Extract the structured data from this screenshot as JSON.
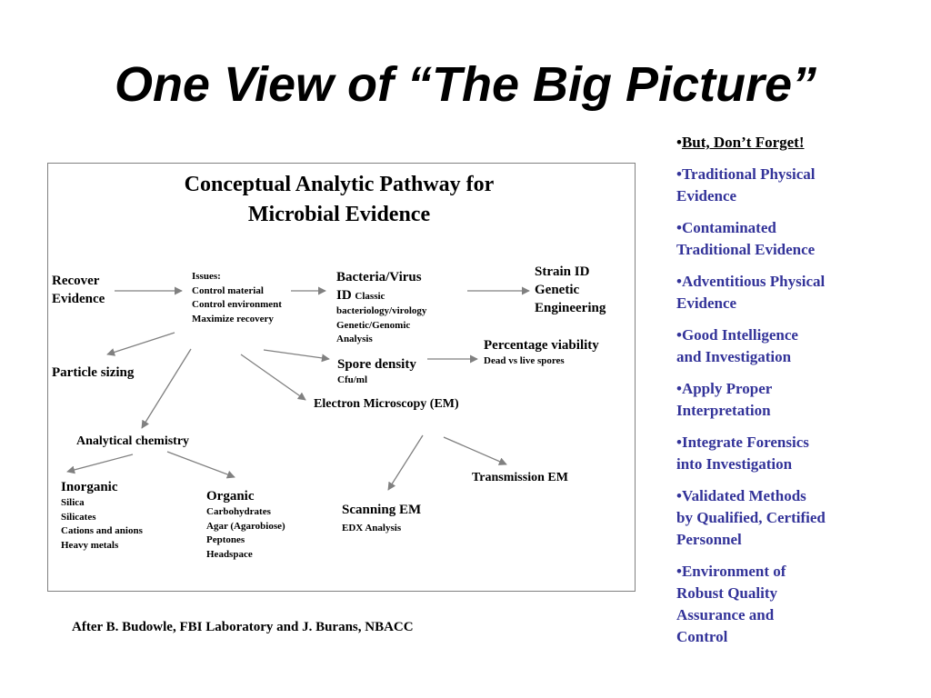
{
  "title": "One View of “The Big Picture”",
  "diagram": {
    "title_lines": [
      "Conceptual Analytic Pathway for",
      "Microbial Evidence"
    ],
    "recover": [
      "Recover",
      "Evidence"
    ],
    "issues": [
      "Issues:",
      "Control material",
      "Control environment",
      "Maximize recovery"
    ],
    "bacteria": {
      "line1": "Bacteria/Virus",
      "line2_main": "ID",
      "line2_small": "Classic",
      "small_lines": [
        "bacteriology/virology",
        "Genetic/Genomic",
        "Analysis"
      ]
    },
    "strain": [
      "Strain ID",
      "Genetic",
      "Engineering"
    ],
    "percentage": {
      "main": "Percentage viability",
      "sub": "Dead vs live spores"
    },
    "spore": {
      "main": "Spore density",
      "sub": "Cfu/ml"
    },
    "particle": "Particle sizing",
    "em": "Electron Microscopy (EM)",
    "analytical": "Analytical chemistry",
    "transmission": "Transmission EM",
    "inorganic": {
      "main": "Inorganic",
      "items": [
        "Silica",
        "Silicates",
        "Cations and anions",
        "Heavy metals"
      ]
    },
    "organic": {
      "main": "Organic",
      "items": [
        "Carbohydrates",
        "Agar (Agarobiose)",
        "Peptones",
        "Headspace"
      ]
    },
    "scanning": {
      "main": "Scanning EM",
      "sub": "EDX Analysis"
    }
  },
  "sidebar": {
    "bullet": "•",
    "heading": "But, Don’t Forget!",
    "items": [
      [
        "Traditional  Physical",
        "Evidence"
      ],
      [
        "Contaminated",
        "Traditional  Evidence"
      ],
      [
        "Adventitious Physical",
        "Evidence"
      ],
      [
        "Good Intelligence",
        "and Investigation"
      ],
      [
        "Apply Proper",
        "Interpretation"
      ],
      [
        "Integrate Forensics",
        "into Investigation"
      ],
      [
        "Validated Methods",
        "by Qualified, Certified",
        "Personnel"
      ],
      [
        "Environment of",
        "Robust Quality",
        "Assurance and",
        "Control"
      ]
    ]
  },
  "credit": "After B. Budowle, FBI Laboratory and J. Burans, NBACC",
  "colors": {
    "sidebar_text": "#333399",
    "arrow": "#808080"
  }
}
